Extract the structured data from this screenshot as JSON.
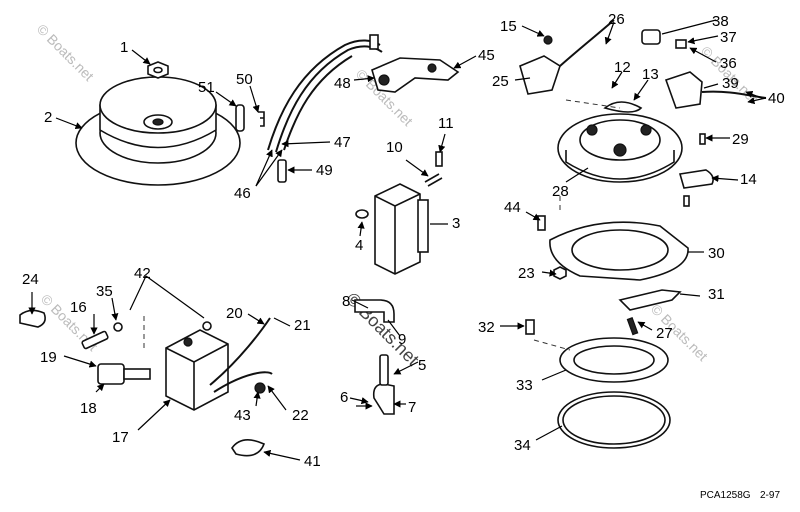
{
  "watermark": "© Boats.net",
  "footer": {
    "code": "PCA1258G",
    "date": "2-97"
  },
  "callouts": [
    "1",
    "2",
    "3",
    "4",
    "5",
    "6",
    "7",
    "8",
    "9",
    "10",
    "11",
    "12",
    "13",
    "14",
    "15",
    "16",
    "17",
    "18",
    "19",
    "20",
    "21",
    "22",
    "23",
    "24",
    "25",
    "26",
    "27",
    "28",
    "29",
    "30",
    "31",
    "32",
    "33",
    "34",
    "35",
    "36",
    "37",
    "38",
    "39",
    "40",
    "41",
    "42",
    "43",
    "44",
    "45",
    "46",
    "47",
    "48",
    "49",
    "50",
    "51"
  ]
}
